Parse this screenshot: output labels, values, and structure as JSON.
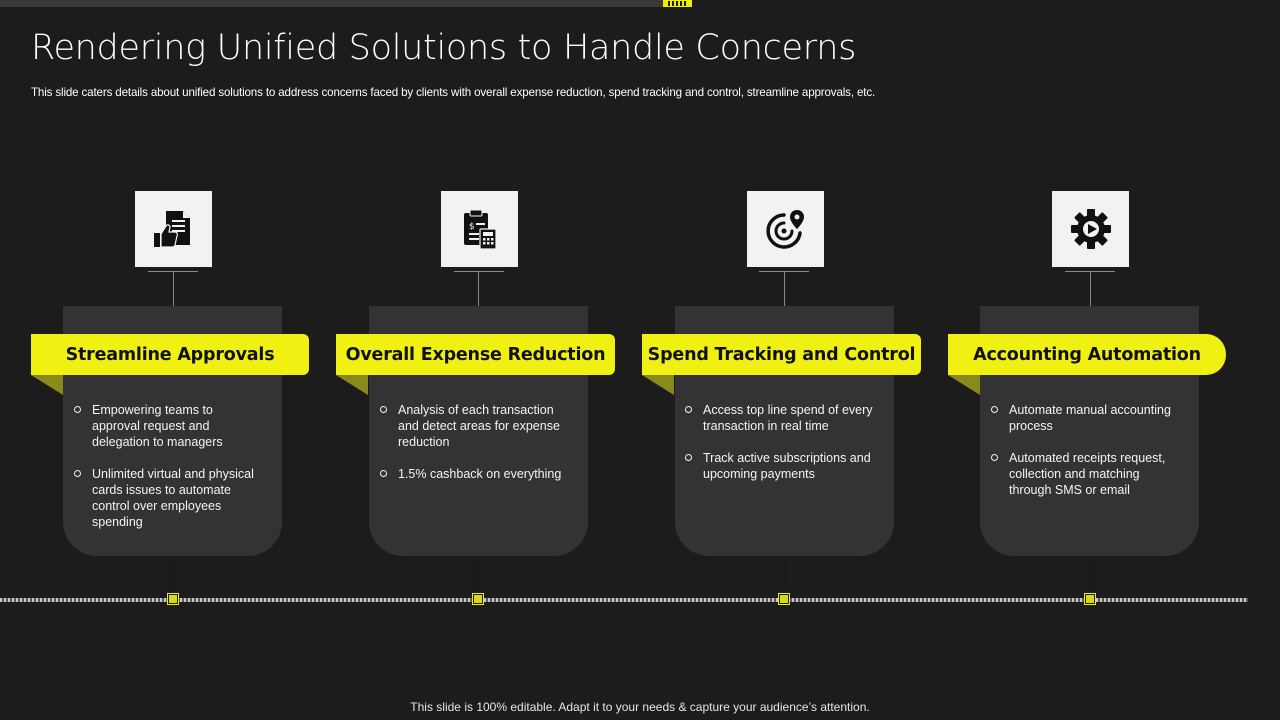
{
  "slide": {
    "title": "Rendering Unified Solutions to Handle Concerns",
    "subtitle": "This slide caters details about unified solutions to address concerns faced by clients with overall expense reduction, spend tracking and control, streamline approvals, etc.",
    "footer": "This slide is 100% editable. Adapt it to your needs & capture your audience’s attention."
  },
  "colors": {
    "background": "#1c1c1c",
    "accent": "#f0f012",
    "panel": "#333336",
    "icon_box": "#f2f2f2"
  },
  "cards": [
    {
      "icon": "document-thumbs-up-icon",
      "label": "Streamline Approvals",
      "bullets": [
        "Empowering teams to approval request and delegation to managers",
        "Unlimited virtual and physical cards issues to automate control over employees spending"
      ]
    },
    {
      "icon": "clipboard-calculator-icon",
      "label": "Overall Expense Reduction",
      "bullets": [
        "Analysis of each transaction and detect areas for expense reduction",
        "1.5% cashback on everything"
      ]
    },
    {
      "icon": "target-location-icon",
      "label": "Spend Tracking and Control",
      "bullets": [
        "Access top line spend of every transaction in real time",
        "Track active subscriptions and upcoming payments"
      ]
    },
    {
      "icon": "gear-play-icon",
      "label": "Accounting Automation",
      "bullets": [
        "Automate manual accounting process",
        "Automated receipts request, collection and matching through SMS or email"
      ]
    }
  ]
}
